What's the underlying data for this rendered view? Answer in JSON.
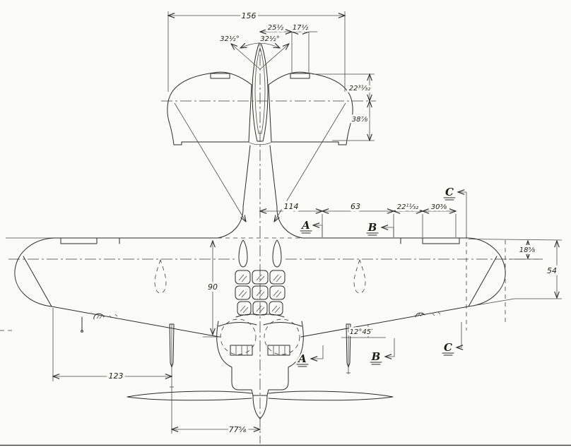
{
  "drawing": {
    "kind": "aircraft plan-view engineering drawing, top view, nose at bottom",
    "colors": {
      "ink": "#2b2b28",
      "paper": "#fbfbf8"
    },
    "labels": {
      "dim_156": "156",
      "dim_25_5": "25½",
      "dim_17_5": "17½",
      "angle_left": "32½°",
      "angle_right": "32½°",
      "dim_22_31_32": "22³¹⁄₃₂",
      "dim_38_7_8": "38⅞",
      "dim_114": "114",
      "dim_63": "63",
      "dim_22_11_32": "22¹¹⁄₃₂",
      "dim_30_3_8": "30⅜",
      "dim_90": "90",
      "dim_18_5_8": "18⅝",
      "dim_54": "54",
      "sweep_angle": "12°45′",
      "dim_123": "123",
      "dim_77_5_8": "77⅝",
      "section_a": "A",
      "section_b": "B",
      "section_c": "C"
    }
  }
}
